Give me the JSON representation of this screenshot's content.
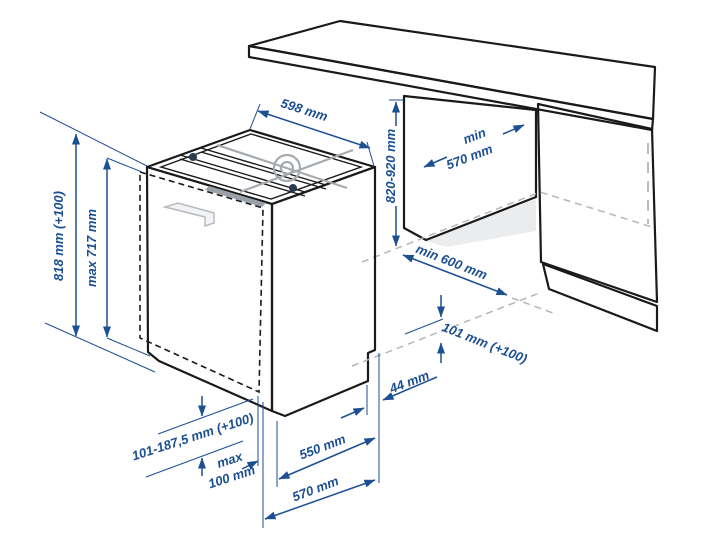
{
  "diagram": {
    "title": "built-in dishwasher installation dimensions",
    "labels": {
      "height_total": "818 mm (+100)",
      "height_door": "max 717 mm",
      "width_top": "598 mm",
      "niche_height": "820-920 mm",
      "niche_depth_line1": "min",
      "niche_depth_line2": "570 mm",
      "niche_width": "min 600 mm",
      "plinth_height": "101 mm (+100)",
      "rear_gap": "44 mm",
      "feet_range": "101-187,5 mm (+100)",
      "plinth_depth_line1": "max",
      "plinth_depth_line2": "100 mm",
      "depth_body": "550 mm",
      "depth_total": "570 mm"
    },
    "colors": {
      "dimension_blue": "#1d4f93",
      "outline_black": "#1a1a1a",
      "hidden_line_gray": "#b3b6ba",
      "surface_light": "#e4e6e9"
    }
  }
}
